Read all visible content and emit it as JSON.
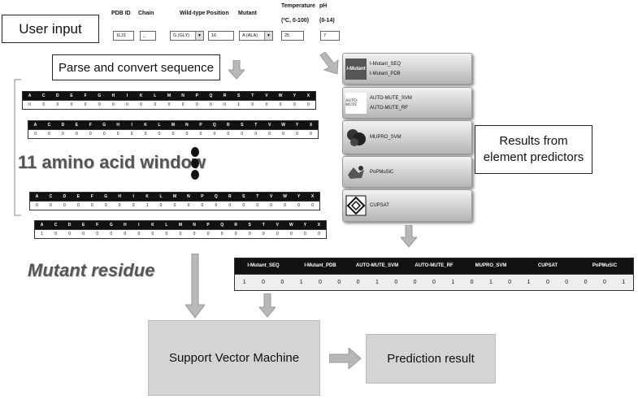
{
  "user_input": {
    "label": "User input"
  },
  "form": {
    "pdb_id": {
      "label": "PDB ID",
      "value": "1L21"
    },
    "chain": {
      "label": "Chain",
      "value": "_"
    },
    "wildtype": {
      "label": "Wild-type",
      "value": "G (GLY)"
    },
    "position": {
      "label": "Position",
      "value": "16"
    },
    "mutant": {
      "label": "Mutant",
      "value": "A (ALA)"
    },
    "temperature": {
      "label_line1": "Temperature",
      "label_line2": "(ºC, 0-100)",
      "value": "25"
    },
    "ph": {
      "label_line1": "pH",
      "label_line2": "(0-14)",
      "value": "7"
    }
  },
  "parse": {
    "label": "Parse and convert sequence"
  },
  "amino_letters": [
    "A",
    "C",
    "D",
    "E",
    "F",
    "G",
    "H",
    "I",
    "K",
    "L",
    "M",
    "N",
    "P",
    "Q",
    "R",
    "S",
    "T",
    "V",
    "W",
    "Y",
    "X"
  ],
  "encodings": [
    [
      "0",
      "0",
      "0",
      "0",
      "0",
      "0",
      "0",
      "0",
      "0",
      "0",
      "0",
      "0",
      "0",
      "0",
      "0",
      "1",
      "0",
      "0",
      "0",
      "0",
      "0"
    ],
    [
      "0",
      "0",
      "0",
      "0",
      "0",
      "0",
      "0",
      "0",
      "0",
      "0",
      "0",
      "0",
      "0",
      "0",
      "0",
      "0",
      "0",
      "0",
      "0",
      "0",
      "0"
    ],
    [
      "0",
      "0",
      "0",
      "0",
      "0",
      "0",
      "0",
      "0",
      "1",
      "0",
      "0",
      "0",
      "0",
      "0",
      "0",
      "0",
      "0",
      "0",
      "0",
      "0",
      "0"
    ],
    [
      "1",
      "0",
      "0",
      "0",
      "0",
      "0",
      "0",
      "0",
      "0",
      "0",
      "0",
      "0",
      "0",
      "0",
      "0",
      "0",
      "0",
      "0",
      "0",
      "0",
      "0"
    ]
  ],
  "window_label": "11 amino acid window",
  "mutant_label": "Mutant residue",
  "predictors": [
    {
      "logo": "I-Mutant",
      "names": [
        "I-Mutant_SEQ",
        "I-Mutant_PDB"
      ]
    },
    {
      "logo": "AUTO-MUTE",
      "names": [
        "AUTO-MUTE_SVM",
        "AUTO-MUTE_RF"
      ]
    },
    {
      "logo": "",
      "names": [
        "MUPRO_SVM"
      ]
    },
    {
      "logo": "",
      "names": [
        "PoPMuSiC"
      ]
    },
    {
      "logo": "",
      "names": [
        "CUPSAT"
      ]
    }
  ],
  "results_label": {
    "line1": "Results from",
    "line2": "element predictors"
  },
  "results_table": {
    "headers": [
      "I-Mutant_SEQ",
      "I-Mutant_PDB",
      "AUTO-MUTE_SVM",
      "AUTO-MUTE_RF",
      "MUPRO_SVM",
      "CUPSAT",
      "PoPMuSiC"
    ],
    "values": [
      "1",
      "0",
      "0",
      "1",
      "0",
      "0",
      "0",
      "1",
      "0",
      "0",
      "0",
      "1",
      "0",
      "1",
      "0",
      "1",
      "0",
      "0",
      "0",
      "0",
      "1"
    ]
  },
  "svm": {
    "label": "Support Vector Machine"
  },
  "result": {
    "label": "Prediction result"
  },
  "colors": {
    "dark_header": "#111111",
    "svm_fill": "#d4d4d4",
    "arrow": "#b8b8b8"
  }
}
